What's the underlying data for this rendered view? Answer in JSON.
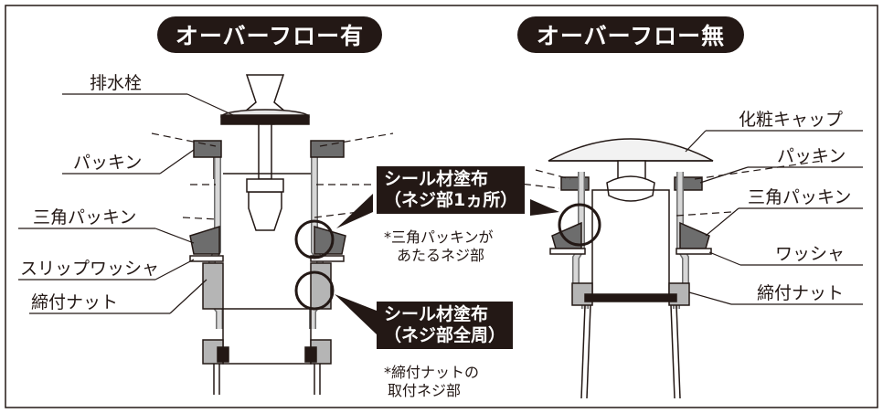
{
  "headers": {
    "left": "オーバーフロー有",
    "right": "オーバーフロー無"
  },
  "left_labels": {
    "stopper": "排水栓",
    "packing": "パッキン",
    "tri_packing": "三角パッキン",
    "slip_washer": "スリップワッシャ",
    "nut": "締付ナット"
  },
  "right_labels": {
    "cap": "化粧キャップ",
    "packing": "パッキン",
    "tri_packing": "三角パッキン",
    "washer": "ワッシャ",
    "nut": "締付ナット"
  },
  "callouts": {
    "seal_one_line1": "シール材塗布",
    "seal_one_line2": "（ネジ部1ヵ所）",
    "note_one_line1": "*三角パッキンが",
    "note_one_line2": "あたるネジ部",
    "seal_all_line1": "シール材塗布",
    "seal_all_line2": "（ネジ部全周）",
    "note_all_line1": "*締付ナットの",
    "note_all_line2": "取付ネジ部"
  },
  "colors": {
    "ink": "#231815",
    "gray": "#b5b5b5",
    "dark_gray": "#6d6d6d"
  }
}
